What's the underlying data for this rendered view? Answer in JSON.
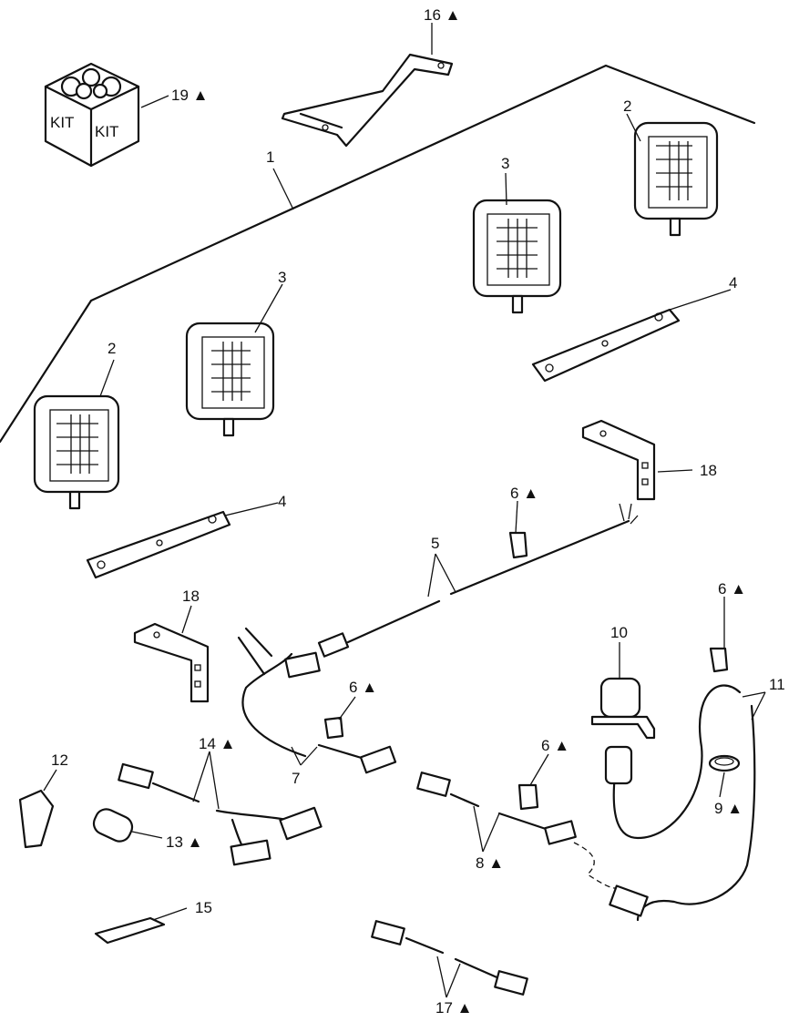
{
  "kit_box": {
    "text_left": "KIT",
    "text_right": "KIT"
  },
  "callouts": [
    {
      "id": "c1",
      "label": "1",
      "marker": ""
    },
    {
      "id": "c2a",
      "label": "2",
      "marker": ""
    },
    {
      "id": "c2b",
      "label": "2",
      "marker": ""
    },
    {
      "id": "c3a",
      "label": "3",
      "marker": ""
    },
    {
      "id": "c3b",
      "label": "3",
      "marker": ""
    },
    {
      "id": "c4a",
      "label": "4",
      "marker": ""
    },
    {
      "id": "c4b",
      "label": "4",
      "marker": ""
    },
    {
      "id": "c5",
      "label": "5",
      "marker": ""
    },
    {
      "id": "c6a",
      "label": "6",
      "marker": "▲"
    },
    {
      "id": "c6b",
      "label": "6",
      "marker": "▲"
    },
    {
      "id": "c6c",
      "label": "6",
      "marker": "▲"
    },
    {
      "id": "c6d",
      "label": "6",
      "marker": "▲"
    },
    {
      "id": "c7",
      "label": "7",
      "marker": ""
    },
    {
      "id": "c8",
      "label": "8",
      "marker": "▲"
    },
    {
      "id": "c9",
      "label": "9",
      "marker": "▲"
    },
    {
      "id": "c10",
      "label": "10",
      "marker": ""
    },
    {
      "id": "c11",
      "label": "11",
      "marker": ""
    },
    {
      "id": "c12",
      "label": "12",
      "marker": ""
    },
    {
      "id": "c13",
      "label": "13",
      "marker": "▲"
    },
    {
      "id": "c14",
      "label": "14",
      "marker": "▲"
    },
    {
      "id": "c15",
      "label": "15",
      "marker": ""
    },
    {
      "id": "c16",
      "label": "16",
      "marker": "▲"
    },
    {
      "id": "c17",
      "label": "17",
      "marker": "▲"
    },
    {
      "id": "c18a",
      "label": "18",
      "marker": ""
    },
    {
      "id": "c18b",
      "label": "18",
      "marker": ""
    },
    {
      "id": "c19",
      "label": "19",
      "marker": "▲"
    }
  ]
}
